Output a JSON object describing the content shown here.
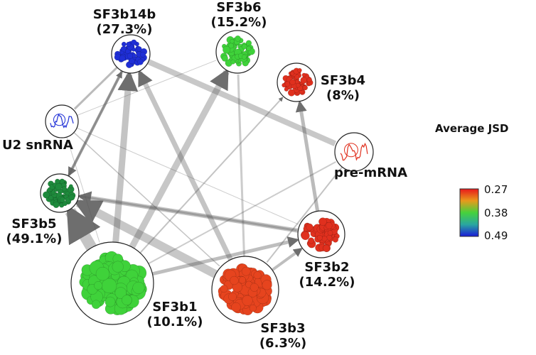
{
  "nodes": [
    {
      "id": "sf3b14b",
      "name": "SF3b14b",
      "pct": "(27.3%)",
      "color": "#1f2fd6",
      "kind": "blob"
    },
    {
      "id": "sf3b6",
      "name": "SF3b6",
      "pct": "(15.2%)",
      "color": "#3fd23a",
      "kind": "blob"
    },
    {
      "id": "sf3b4",
      "name": "SF3b4",
      "pct": "(8%)",
      "color": "#e0301e",
      "kind": "blob"
    },
    {
      "id": "u2snrna",
      "name": "U2 snRNA",
      "pct": "",
      "color": "#1f2fd6",
      "kind": "rna"
    },
    {
      "id": "premrna",
      "name": "pre-mRNA",
      "pct": "",
      "color": "#e0301e",
      "kind": "rna"
    },
    {
      "id": "sf3b5",
      "name": "SF3b5",
      "pct": "(49.1%)",
      "color": "#1e8a3c",
      "kind": "blob"
    },
    {
      "id": "sf3b2",
      "name": "SF3b2",
      "pct": "(14.2%)",
      "color": "#e0301e",
      "kind": "blob"
    },
    {
      "id": "sf3b1",
      "name": "SF3b1",
      "pct": "(10.1%)",
      "color": "#3fd23a",
      "kind": "blob"
    },
    {
      "id": "sf3b3",
      "name": "SF3b3",
      "pct": "(6.3%)",
      "color": "#e6441e",
      "kind": "blob"
    }
  ],
  "colorbar": {
    "title": "Average JSD",
    "ticks": [
      "0.27",
      "0.38",
      "0.49"
    ],
    "gradient": [
      "#e8181c",
      "#e89a1c",
      "#46d23c",
      "#2aa6a0",
      "#1a1ad8"
    ]
  }
}
